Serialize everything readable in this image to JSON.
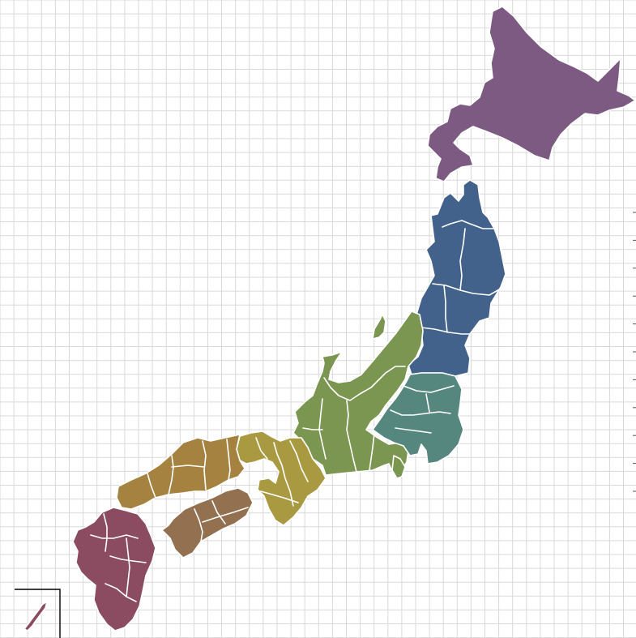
{
  "map": {
    "regions": [
      {
        "id": "hokkaido",
        "color": "#7c5a82"
      },
      {
        "id": "tohoku",
        "color": "#42628c"
      },
      {
        "id": "kanto",
        "color": "#55877f"
      },
      {
        "id": "chubu",
        "color": "#7b9650"
      },
      {
        "id": "kansai",
        "color": "#a99a42"
      },
      {
        "id": "chugoku",
        "color": "#a5823f"
      },
      {
        "id": "shikoku",
        "color": "#93704f"
      },
      {
        "id": "kyushu",
        "color": "#8b4b60"
      }
    ],
    "grid": true,
    "grid_color": "#d9d9d9",
    "inset": "okinawa"
  }
}
